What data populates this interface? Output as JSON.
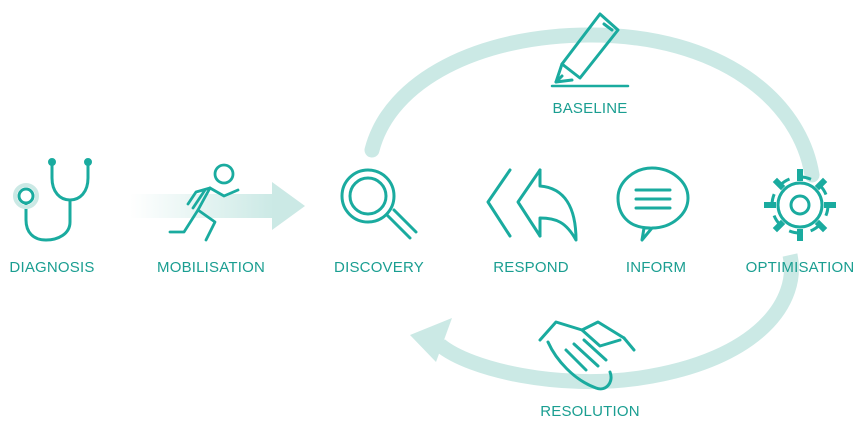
{
  "colors": {
    "accent": "#1aab9f",
    "ring": "#cbe9e5",
    "label": "#1a9e91"
  },
  "stages": {
    "diagnosis": {
      "label": "DIAGNOSIS",
      "icon": "stethoscope-icon"
    },
    "mobilisation": {
      "label": "MOBILISATION",
      "icon": "running-person-icon"
    },
    "discovery": {
      "label": "DISCOVERY",
      "icon": "magnifier-icon"
    },
    "respond": {
      "label": "RESPOND",
      "icon": "reply-arrow-icon"
    },
    "inform": {
      "label": "INFORM",
      "icon": "speech-bubble-icon"
    },
    "optimisation": {
      "label": "OPTIMISATION",
      "icon": "gear-icon"
    },
    "baseline": {
      "label": "BASELINE",
      "icon": "pen-icon"
    },
    "resolution": {
      "label": "RESOLUTION",
      "icon": "handshake-icon"
    }
  }
}
